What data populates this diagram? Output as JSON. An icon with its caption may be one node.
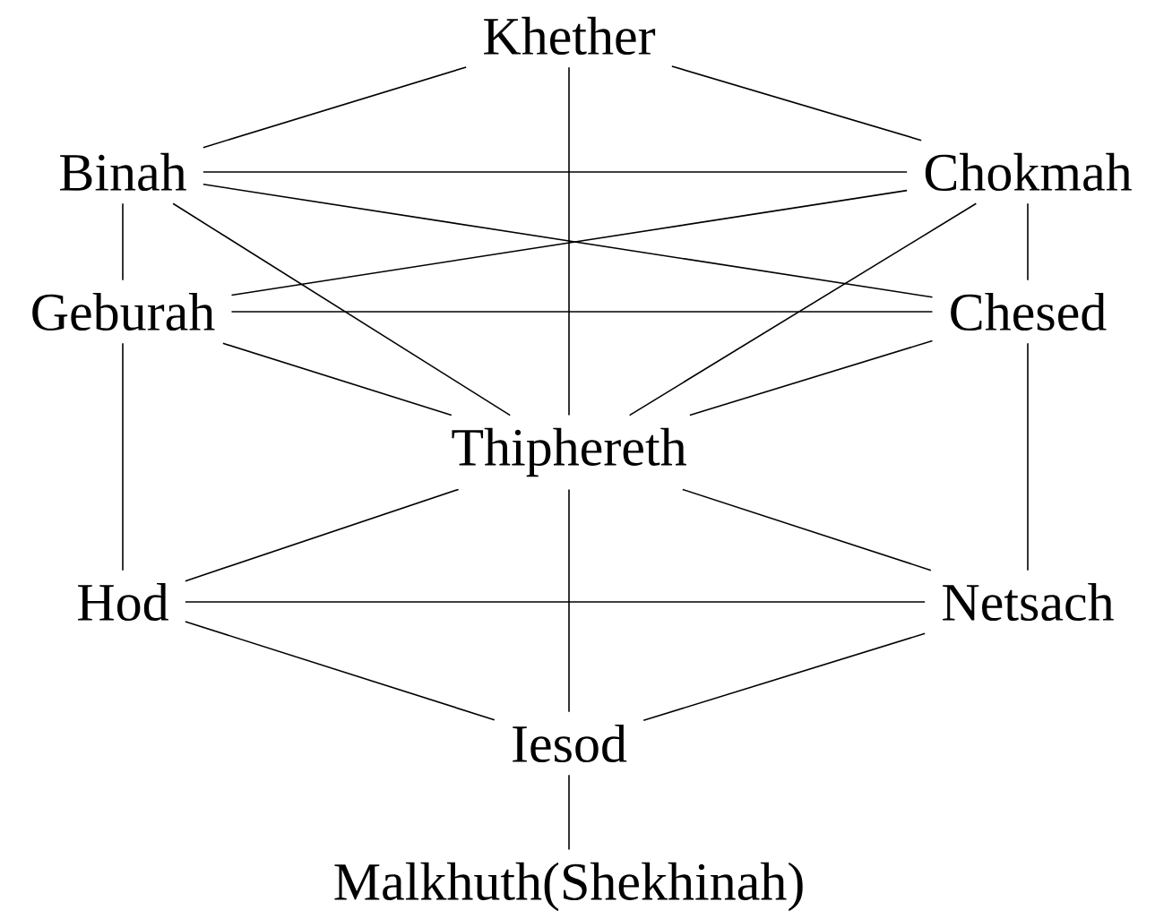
{
  "diagram": {
    "nodes": [
      {
        "text": [
          "Khether"
        ]
      },
      {
        "text": [
          "Binah"
        ]
      },
      {
        "text": [
          "Chokmah"
        ]
      },
      {
        "text": [
          "Geburah"
        ]
      },
      {
        "text": [
          "Chesed"
        ]
      },
      {
        "text": [
          "Thiphereth"
        ]
      },
      {
        "text": [
          "Hod"
        ]
      },
      {
        "text": [
          "Netsach"
        ]
      },
      {
        "text": [
          "Iesod"
        ]
      },
      {
        "text": [
          "Malkhuth(Shekhinah)"
        ]
      }
    ],
    "edges": [
      {
        "from": 0,
        "to": 1,
        "arrow": "none"
      },
      {
        "from": 0,
        "to": 2,
        "arrow": "none"
      },
      {
        "from": 0,
        "to": 5,
        "arrow": "none"
      },
      {
        "from": 1,
        "to": 2,
        "arrow": "none"
      },
      {
        "from": 1,
        "to": 4,
        "arrow": "none"
      },
      {
        "from": 1,
        "to": 5,
        "arrow": "none"
      },
      {
        "from": 1,
        "to": 3,
        "arrow": "none"
      },
      {
        "from": 2,
        "to": 3,
        "arrow": "none"
      },
      {
        "from": 2,
        "to": 5,
        "arrow": "none"
      },
      {
        "from": 2,
        "to": 4,
        "arrow": "none"
      },
      {
        "from": 3,
        "to": 4,
        "arrow": "none"
      },
      {
        "from": 3,
        "to": 5,
        "arrow": "none"
      },
      {
        "from": 3,
        "to": 6,
        "arrow": "none"
      },
      {
        "from": 4,
        "to": 5,
        "arrow": "none"
      },
      {
        "from": 4,
        "to": 7,
        "arrow": "none"
      },
      {
        "from": 5,
        "to": 6,
        "arrow": "none"
      },
      {
        "from": 5,
        "to": 7,
        "arrow": "none"
      },
      {
        "from": 5,
        "to": 8,
        "arrow": "none"
      },
      {
        "from": 6,
        "to": 7,
        "arrow": "none"
      },
      {
        "from": 6,
        "to": 8,
        "arrow": "none"
      },
      {
        "from": 7,
        "to": 8,
        "arrow": "none"
      },
      {
        "from": 8,
        "to": 9,
        "arrow": "none"
      }
    ]
  }
}
